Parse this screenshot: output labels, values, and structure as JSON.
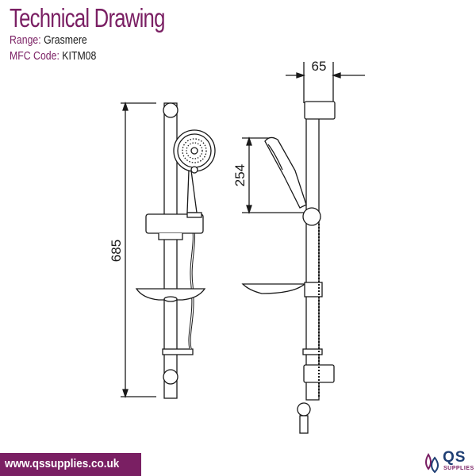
{
  "header": {
    "title": "Technical Drawing",
    "range_label": "Range:",
    "range_value": "Grasmere",
    "mfc_label": "MFC Code:",
    "mfc_value": "KITM08"
  },
  "dimensions": {
    "width": "65",
    "head_height": "254",
    "rail_length": "685"
  },
  "footer": {
    "url": "www.qssupplies.co.uk",
    "logo_text": "QS",
    "logo_subtext": "SUPPLIES"
  },
  "colors": {
    "brand": "#7a1f63",
    "logo_blue": "#1f3f74",
    "line": "#1a1a1a"
  }
}
